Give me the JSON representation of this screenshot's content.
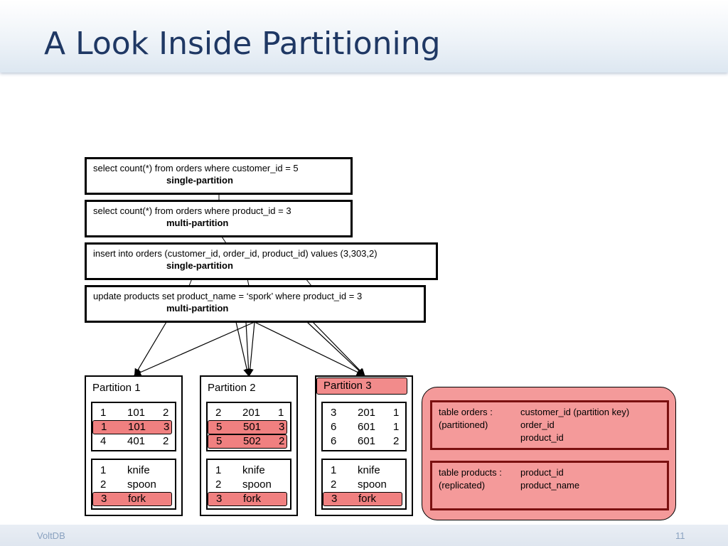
{
  "slide": {
    "title": "A Look Inside Partitioning",
    "footer_brand": "VoltDB",
    "page_number": "11",
    "accent_color": "#1f3864",
    "highlight_color": "#f08080"
  },
  "queries": [
    {
      "sql": "select count(*) from orders where customer_id = 5",
      "type": "single-partition"
    },
    {
      "sql": "select count(*) from orders where product_id = 3",
      "type": "multi-partition"
    },
    {
      "sql": "insert into orders (customer_id, order_id, product_id) values (3,303,2)",
      "type": "single-partition"
    },
    {
      "sql": "update products set product_name = ‘spork’ where product_id = 3",
      "type": "multi-partition"
    }
  ],
  "partitions": [
    {
      "label": "Partition 1",
      "orders": [
        {
          "c": [
            "1",
            "101",
            "2"
          ]
        },
        {
          "c": [
            "1",
            "101",
            "3"
          ]
        },
        {
          "c": [
            "4",
            "401",
            "2"
          ]
        }
      ],
      "products": [
        {
          "c": [
            "1",
            "knife"
          ]
        },
        {
          "c": [
            "2",
            "spoon"
          ]
        },
        {
          "c": [
            "3",
            "fork"
          ]
        }
      ]
    },
    {
      "label": "Partition 2",
      "orders": [
        {
          "c": [
            "2",
            "201",
            "1"
          ]
        },
        {
          "c": [
            "5",
            "501",
            "3"
          ]
        },
        {
          "c": [
            "5",
            "502",
            "2"
          ]
        }
      ],
      "products": [
        {
          "c": [
            "1",
            "knife"
          ]
        },
        {
          "c": [
            "2",
            "spoon"
          ]
        },
        {
          "c": [
            "3",
            "fork"
          ]
        }
      ]
    },
    {
      "label": "Partition 3",
      "orders": [
        {
          "c": [
            "3",
            "201",
            "1"
          ]
        },
        {
          "c": [
            "6",
            "601",
            "1"
          ]
        },
        {
          "c": [
            "6",
            "601",
            "2"
          ]
        }
      ],
      "products": [
        {
          "c": [
            "1",
            "knife"
          ]
        },
        {
          "c": [
            "2",
            "spoon"
          ]
        },
        {
          "c": [
            "3",
            "fork"
          ]
        }
      ]
    }
  ],
  "schema": {
    "orders": {
      "name": "table orders :",
      "kind": "(partitioned)",
      "columns": [
        "customer_id (partition key)",
        "order_id",
        "product_id"
      ]
    },
    "products": {
      "name": "table products :",
      "kind": "(replicated)",
      "columns": [
        "product_id",
        "product_name"
      ]
    }
  }
}
